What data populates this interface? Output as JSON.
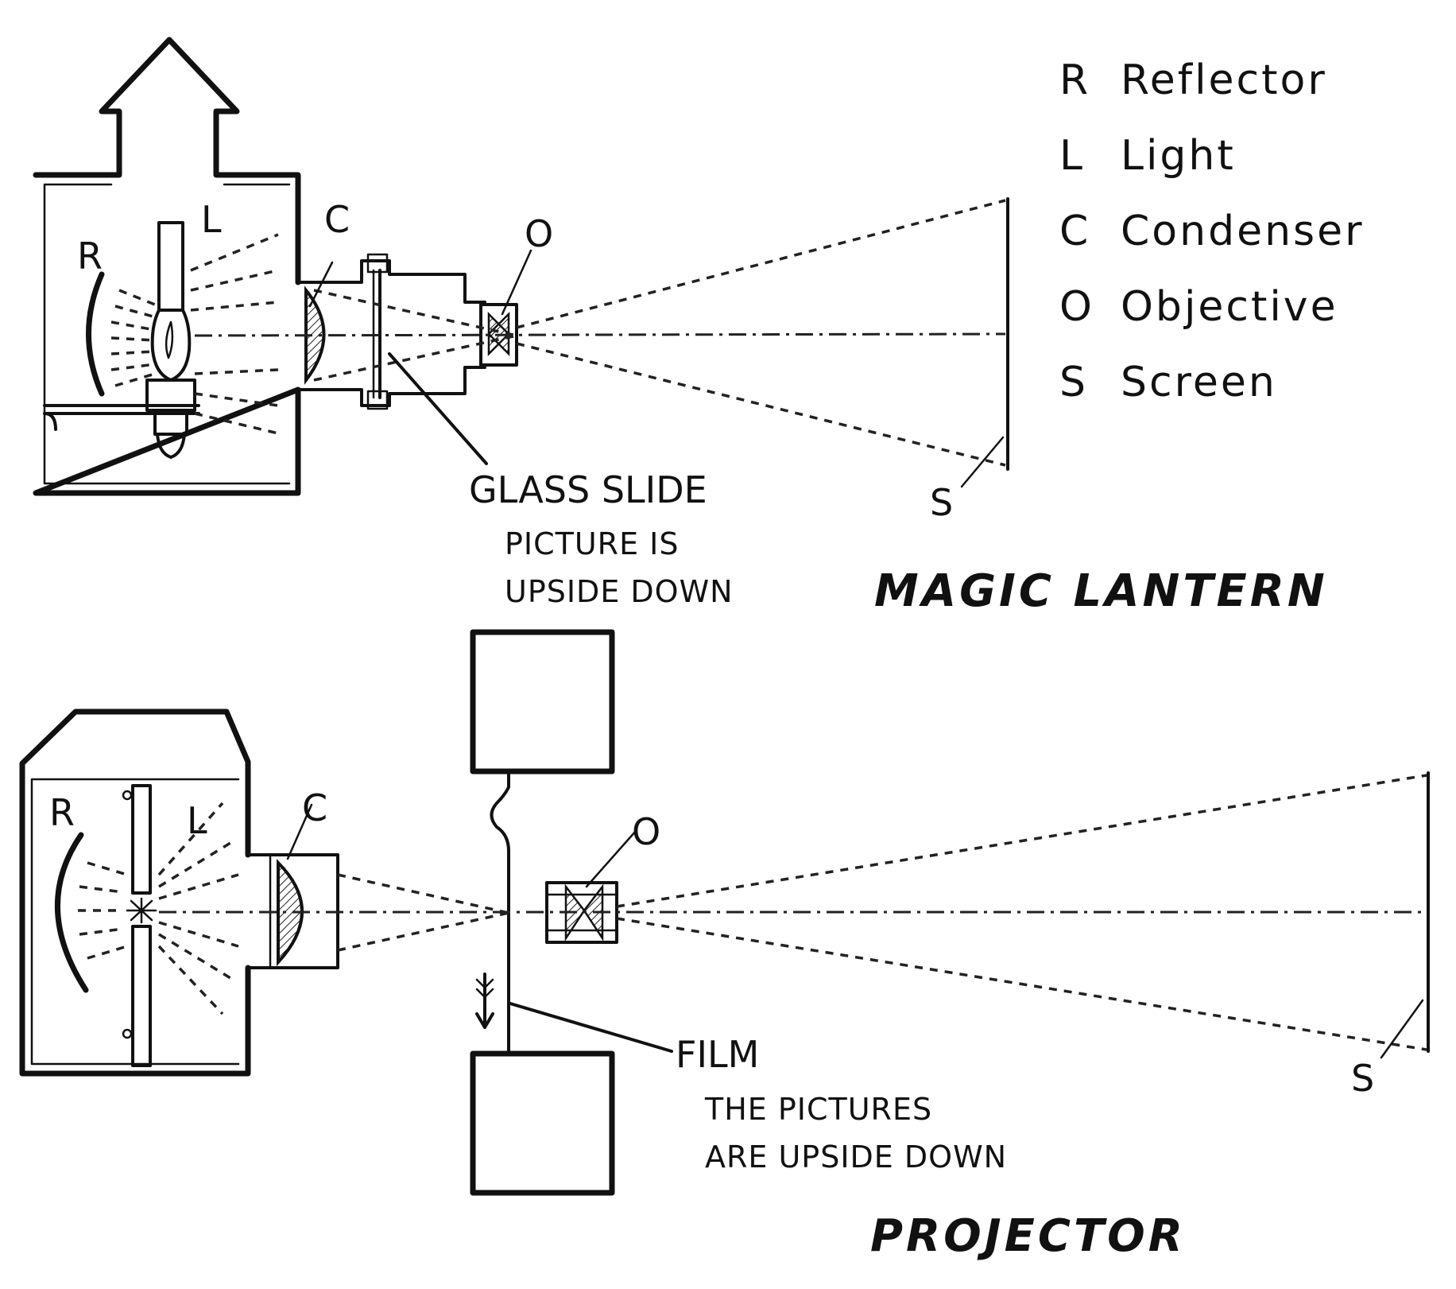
{
  "legend": {
    "items": [
      {
        "letter": "R",
        "name": "Reflector"
      },
      {
        "letter": "L",
        "name": "Light"
      },
      {
        "letter": "C",
        "name": "Condenser"
      },
      {
        "letter": "O",
        "name": "Objective"
      },
      {
        "letter": "S",
        "name": "Screen"
      }
    ]
  },
  "lantern": {
    "label_r": "R",
    "label_l": "L",
    "label_c": "C",
    "label_o": "O",
    "label_s": "S",
    "slide_label": "GLASS SLIDE",
    "slide_note_1": "PICTURE IS",
    "slide_note_2": "UPSIDE DOWN",
    "title": "MAGIC LANTERN"
  },
  "projector": {
    "label_r": "R",
    "label_l": "L",
    "label_c": "C",
    "label_o": "O",
    "label_s": "S",
    "film_label": "FILM",
    "film_note_1": "THE PICTURES",
    "film_note_2": "ARE UPSIDE DOWN",
    "title": "PROJECTOR"
  }
}
